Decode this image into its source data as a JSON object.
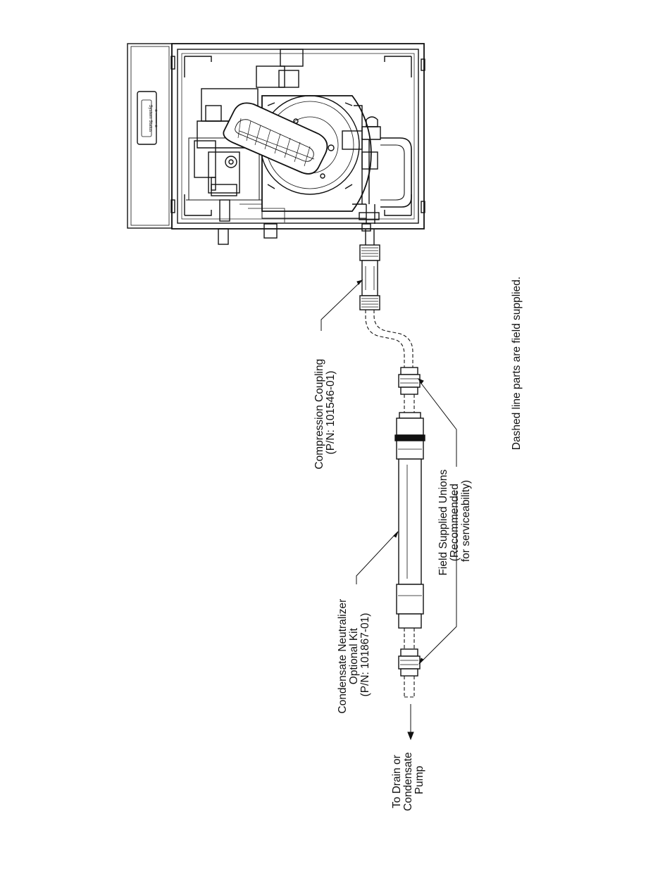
{
  "diagram": {
    "labels": {
      "compression_coupling": [
        "Compression Coupling",
        "(P/N: 101546-01)"
      ],
      "field_unions": [
        "Field Supplied Unions",
        "(Recommended",
        "for serviceability)"
      ],
      "neutralizer": [
        "Condensate Neutralizer",
        "Optional Kit",
        "(P/N: 101867-01)"
      ],
      "drain": [
        "To Drain or",
        "Condensate",
        "Pump"
      ],
      "note": "Dashed line parts are field supplied."
    },
    "panel_labels": [
      "System Status",
      "⊕ ——— ⊕"
    ],
    "colors": {
      "line": "#111111",
      "background": "#ffffff"
    }
  }
}
